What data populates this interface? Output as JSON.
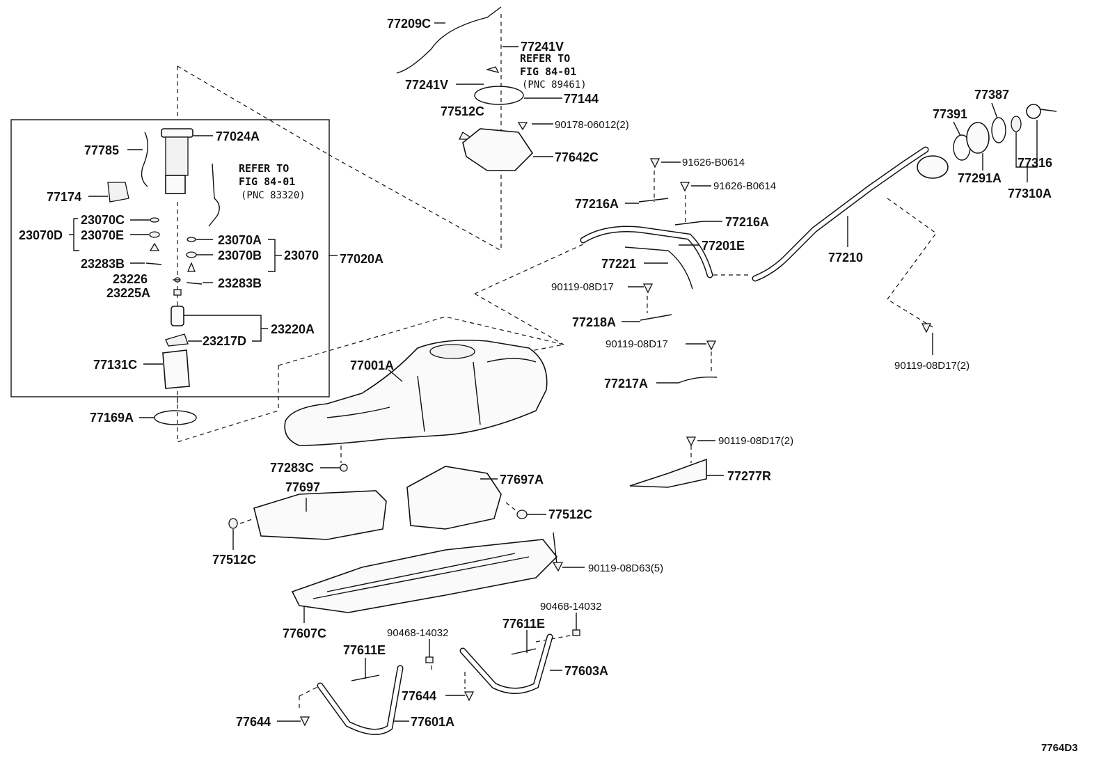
{
  "diagram_code": "7764D3",
  "notes": {
    "refer1": {
      "line1": "REFER TO",
      "line2": "FIG 84-01",
      "line3": "(PNC 89461)"
    },
    "refer2": {
      "line1": "REFER TO",
      "line2": "FIG 84-01",
      "line3": "(PNC 83320)"
    }
  },
  "labels": {
    "p77209C": "77209C",
    "p77241V_a": "77241V",
    "p77241V_b": "77241V",
    "p77144": "77144",
    "p77512C_a": "77512C",
    "p90178": "90178-06012(2)",
    "p77642C": "77642C",
    "p77024A": "77024A",
    "p77785": "77785",
    "p77174": "77174",
    "p23070C": "23070C",
    "p23070D": "23070D",
    "p23070E": "23070E",
    "p23283B_a": "23283B",
    "p23070A": "23070A",
    "p23070B": "23070B",
    "p23070": "23070",
    "p77020A": "77020A",
    "p23226": "23226",
    "p23283B_b": "23283B",
    "p23225A": "23225A",
    "p23220A": "23220A",
    "p23217D": "23217D",
    "p77131C": "77131C",
    "p77169A": "77169A",
    "p77001A": "77001A",
    "p77283C": "77283C",
    "p77697": "77697",
    "p77697A": "77697A",
    "p77512C_b": "77512C",
    "p77512C_c": "77512C",
    "p90119_63": "90119-08D63(5)",
    "p77607C": "77607C",
    "p90468_a": "90468-14032",
    "p90468_b": "90468-14032",
    "p77611E_a": "77611E",
    "p77611E_b": "77611E",
    "p77603A": "77603A",
    "p77644_a": "77644",
    "p77644_b": "77644",
    "p77601A": "77601A",
    "p91626_a": "91626-B0614",
    "p91626_b": "91626-B0614",
    "p77216A_a": "77216A",
    "p77216A_b": "77216A",
    "p77201E": "77201E",
    "p77221": "77221",
    "p90119_a": "90119-08D17",
    "p77218A": "77218A",
    "p90119_b": "90119-08D17",
    "p77217A": "77217A",
    "p90119_c": "90119-08D17(2)",
    "p77277R": "77277R",
    "p77210": "77210",
    "p77391": "77391",
    "p77387": "77387",
    "p77291A": "77291A",
    "p77316": "77316",
    "p77310A": "77310A",
    "p90119_d": "90119-08D17(2)"
  }
}
